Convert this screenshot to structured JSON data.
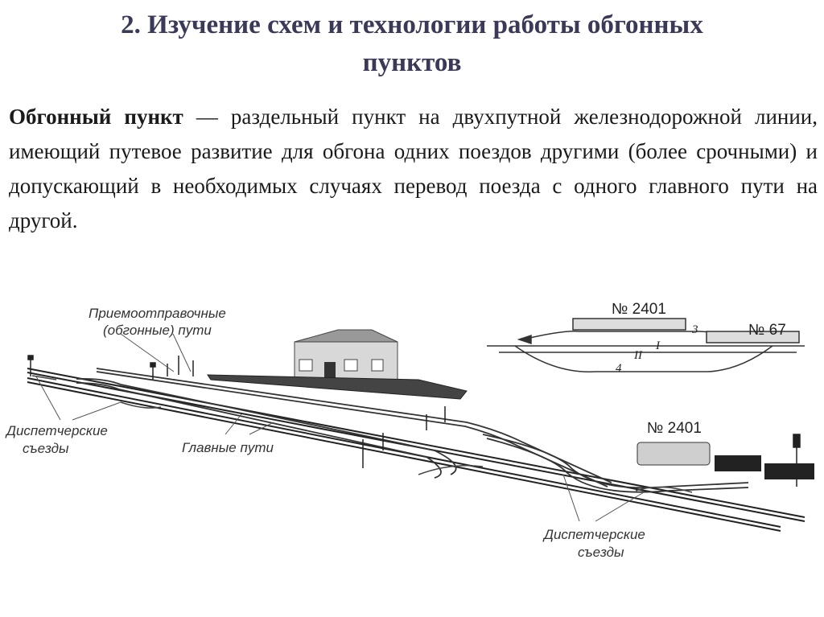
{
  "slide": {
    "title_line1": "2. Изучение схем и технологии работы обгонных",
    "title_line2": "пунктов",
    "definition_term": "Обгонный пункт",
    "definition_rest": " — раздельный пункт на двухпутной железнодорожной линии, имеющий путевое развитие для обгона одних поездов другими (более срочными) и допускающий в необходимых случаях перевод поезда с одного главного пути на другой."
  },
  "diagram": {
    "labels": {
      "receiving_line1": "Приемоотправочные",
      "receiving_line2": "(обгонные) пути",
      "dispatcher_left_line1": "Диспетчерские",
      "dispatcher_left_line2": "съезды",
      "main_tracks": "Главные пути",
      "dispatcher_right_line1": "Диспетчерские",
      "dispatcher_right_line2": "съезды"
    },
    "inset": {
      "train_a": "№ 2401",
      "train_b": "№ 67",
      "track_3": "3",
      "track_1": "I",
      "track_2": "II",
      "track_4": "4"
    },
    "train_label": "№ 2401"
  }
}
